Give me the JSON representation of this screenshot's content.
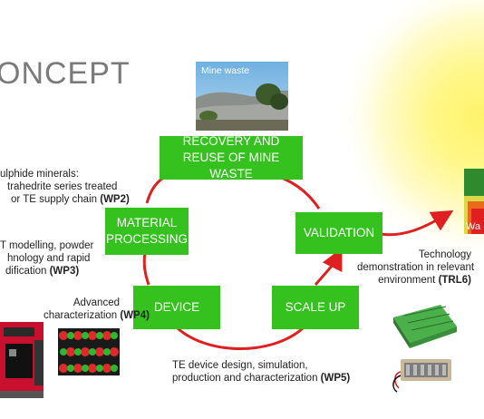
{
  "title": "ONCEPT",
  "photo_label": "Mine waste",
  "boxes": {
    "recovery": "RECOVERY AND REUSE OF MINE WASTE",
    "material": "MATERIAL PROCESSING",
    "validation": "VALIDATION",
    "device": "DEVICE",
    "scaleup": "SCALE UP"
  },
  "notes": {
    "wp2_line1": "ulphide minerals:",
    "wp2_line2": "trahedrite series treated",
    "wp2_line3": "or TE supply chain ",
    "wp2_tag": "(WP2)",
    "wp3_line1": "T modelling, powder",
    "wp3_line2": "hnology and rapid",
    "wp3_line3": "dification ",
    "wp3_tag": "(WP3)",
    "wp4_line1": "Advanced",
    "wp4_line2": "characterization ",
    "wp4_tag": "(WP4)",
    "wp5_line1": "TE device design, simulation,",
    "wp5_line2": "production and characterization ",
    "wp5_tag": "(WP5)",
    "trl_line1": "Technology",
    "trl_line2": "demonstration in relevant",
    "trl_line3": "environment ",
    "trl_tag": "(TRL6)"
  },
  "sun_label": "Wa",
  "colors": {
    "box_green": "#35c11e",
    "arrow_red": "#e02020",
    "title_gray": "#7a7a7a"
  }
}
